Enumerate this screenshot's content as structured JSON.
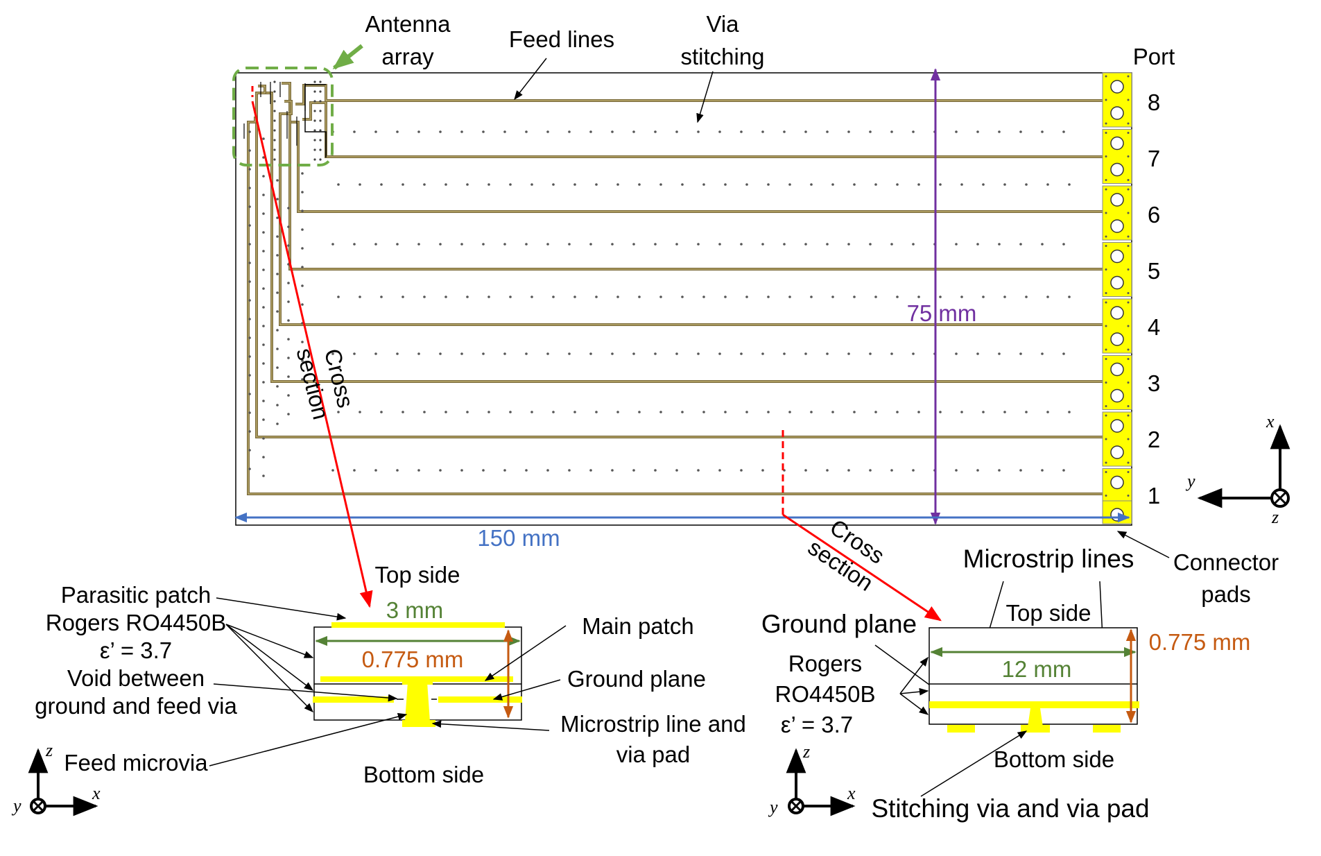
{
  "colors": {
    "antenna_box": "#70AD47",
    "feed_line": "#7A6A3A",
    "pad_yellow": "#FFFF00",
    "cross_section_red": "#FF0000",
    "dim_purple": "#7030A0",
    "dim_blue": "#4472C4",
    "dim_orange": "#C55A11",
    "dim_green": "#548235"
  },
  "top_view": {
    "antenna_array_label": [
      "Antenna",
      "array"
    ],
    "feed_lines_label": "Feed lines",
    "via_stitching_label": [
      "Via",
      "stitching"
    ],
    "port_label": "Port",
    "port_numbers": [
      "8",
      "7",
      "6",
      "5",
      "4",
      "3",
      "2",
      "1"
    ],
    "height_dim": "75 mm",
    "width_dim": "150 mm",
    "connector_pads_label": [
      "Connector",
      "pads"
    ],
    "cross_section_left": [
      "Cross",
      "section"
    ],
    "cross_section_right": [
      "Cross",
      "section"
    ]
  },
  "left_section": {
    "top_side": "Top side",
    "width_dim": "3 mm",
    "thickness_dim": "0.775 mm",
    "parasitic_patch": "Parasitic patch",
    "substrate": "Rogers RO4450B",
    "permittivity": "ε’ = 3.7",
    "void_label": [
      "Void between",
      "ground and feed via"
    ],
    "feed_microvia": "Feed microvia",
    "main_patch": "Main patch",
    "ground_plane": "Ground plane",
    "microstrip_line_pad": [
      "Microstrip line and",
      "via pad"
    ],
    "bottom_side": "Bottom side"
  },
  "right_section": {
    "microstrip_lines": "Microstrip lines",
    "ground_plane": "Ground plane",
    "top_side": "Top side",
    "thickness_dim": "0.775 mm",
    "width_dim": "12 mm",
    "substrate": [
      "Rogers",
      "RO4450B"
    ],
    "permittivity": "ε’ = 3.7",
    "bottom_side": "Bottom side",
    "stitching_via": "Stitching via and via pad"
  },
  "axes": {
    "x": "x",
    "y": "y",
    "z": "z"
  }
}
